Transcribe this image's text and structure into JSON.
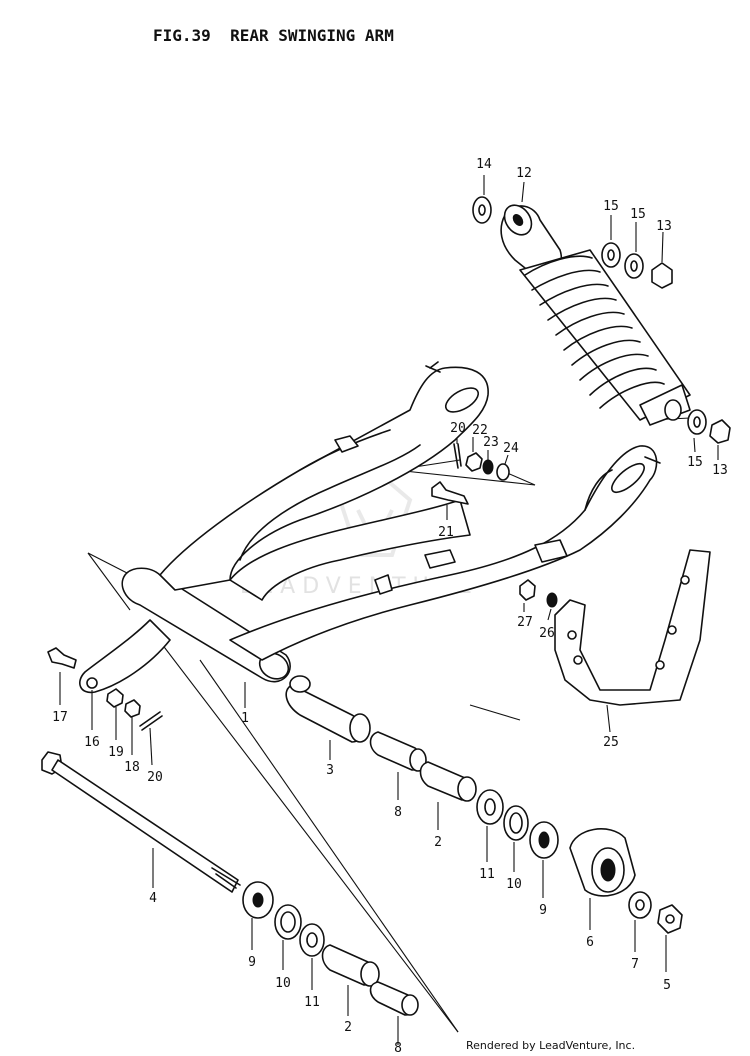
{
  "title": "FIG.39  REAR SWINGING ARM",
  "watermark": "LEADVENTURE",
  "credit": "Rendered by LeadVenture, Inc.",
  "callouts": [
    {
      "id": "c1",
      "text": "1"
    },
    {
      "id": "c2a",
      "text": "2"
    },
    {
      "id": "c2b",
      "text": "2"
    },
    {
      "id": "c3",
      "text": "3"
    },
    {
      "id": "c4",
      "text": "4"
    },
    {
      "id": "c5",
      "text": "5"
    },
    {
      "id": "c6",
      "text": "6"
    },
    {
      "id": "c7",
      "text": "7"
    },
    {
      "id": "c8a",
      "text": "8"
    },
    {
      "id": "c8b",
      "text": "8"
    },
    {
      "id": "c9a",
      "text": "9"
    },
    {
      "id": "c9b",
      "text": "9"
    },
    {
      "id": "c10a",
      "text": "10"
    },
    {
      "id": "c10b",
      "text": "10"
    },
    {
      "id": "c11a",
      "text": "11"
    },
    {
      "id": "c11b",
      "text": "11"
    },
    {
      "id": "c12",
      "text": "12"
    },
    {
      "id": "c13a",
      "text": "13"
    },
    {
      "id": "c13b",
      "text": "13"
    },
    {
      "id": "c14",
      "text": "14"
    },
    {
      "id": "c15a",
      "text": "15"
    },
    {
      "id": "c15b",
      "text": "15"
    },
    {
      "id": "c15c",
      "text": "15"
    },
    {
      "id": "c16",
      "text": "16"
    },
    {
      "id": "c17",
      "text": "17"
    },
    {
      "id": "c18",
      "text": "18"
    },
    {
      "id": "c19",
      "text": "19"
    },
    {
      "id": "c20a",
      "text": "20"
    },
    {
      "id": "c20b",
      "text": "20"
    },
    {
      "id": "c21",
      "text": "21"
    },
    {
      "id": "c22",
      "text": "22"
    },
    {
      "id": "c23",
      "text": "23"
    },
    {
      "id": "c24",
      "text": "24"
    },
    {
      "id": "c25",
      "text": "25"
    },
    {
      "id": "c26",
      "text": "26"
    },
    {
      "id": "c27",
      "text": "27"
    }
  ]
}
